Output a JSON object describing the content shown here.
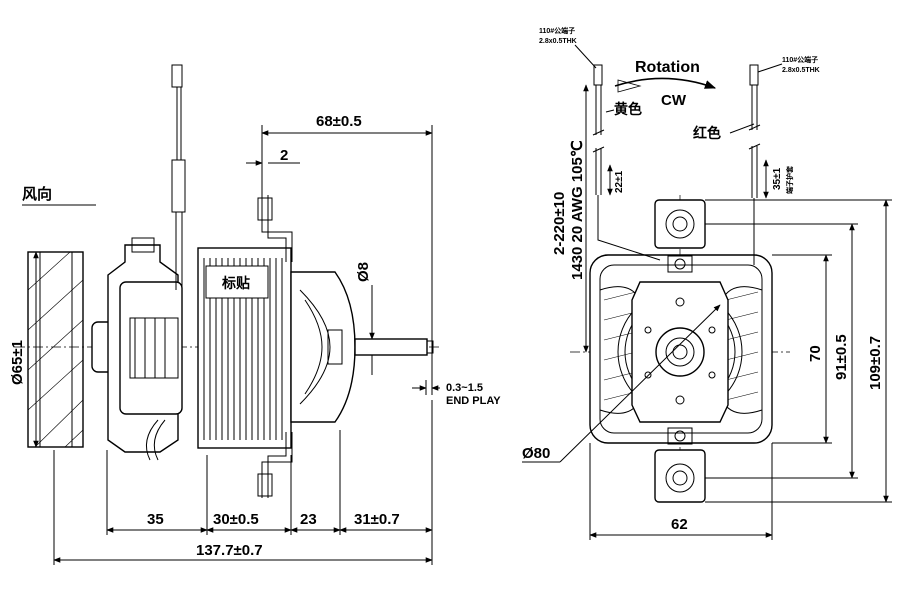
{
  "side_view": {
    "wind_direction_label": "风向",
    "label_tag": "标贴",
    "dims": {
      "top_span": "68±0.5",
      "flange": "2",
      "shaft_dia": "Ø8",
      "fan_dia": "Ø65±1",
      "end_play": "0.3~1.5",
      "end_play_label": "END PLAY",
      "seg_1": "35",
      "seg_2": "30±0.5",
      "seg_3": "23",
      "seg_4": "31±0.7",
      "overall": "137.7±0.7"
    }
  },
  "front_view": {
    "terminal_left": "110#公端子",
    "terminal_left_spec": "2.8x0.5THK",
    "terminal_right": "110#公端子",
    "terminal_right_spec": "2.8x0.5THK",
    "rotation_label": "Rotation",
    "rotation_dir": "CW",
    "wire_yellow": "黄色",
    "wire_red": "红色",
    "wire_spec_1": "2-220±10",
    "wire_spec_2": "1430 20 AWG 105℃",
    "strip_left": "22±1",
    "strip_right": "35±1",
    "strip_right_note": "端子护套",
    "dims": {
      "frame_dia": "Ø80",
      "width": "62",
      "h70": "70",
      "h91": "91±0.5",
      "h109": "109±0.7"
    }
  }
}
